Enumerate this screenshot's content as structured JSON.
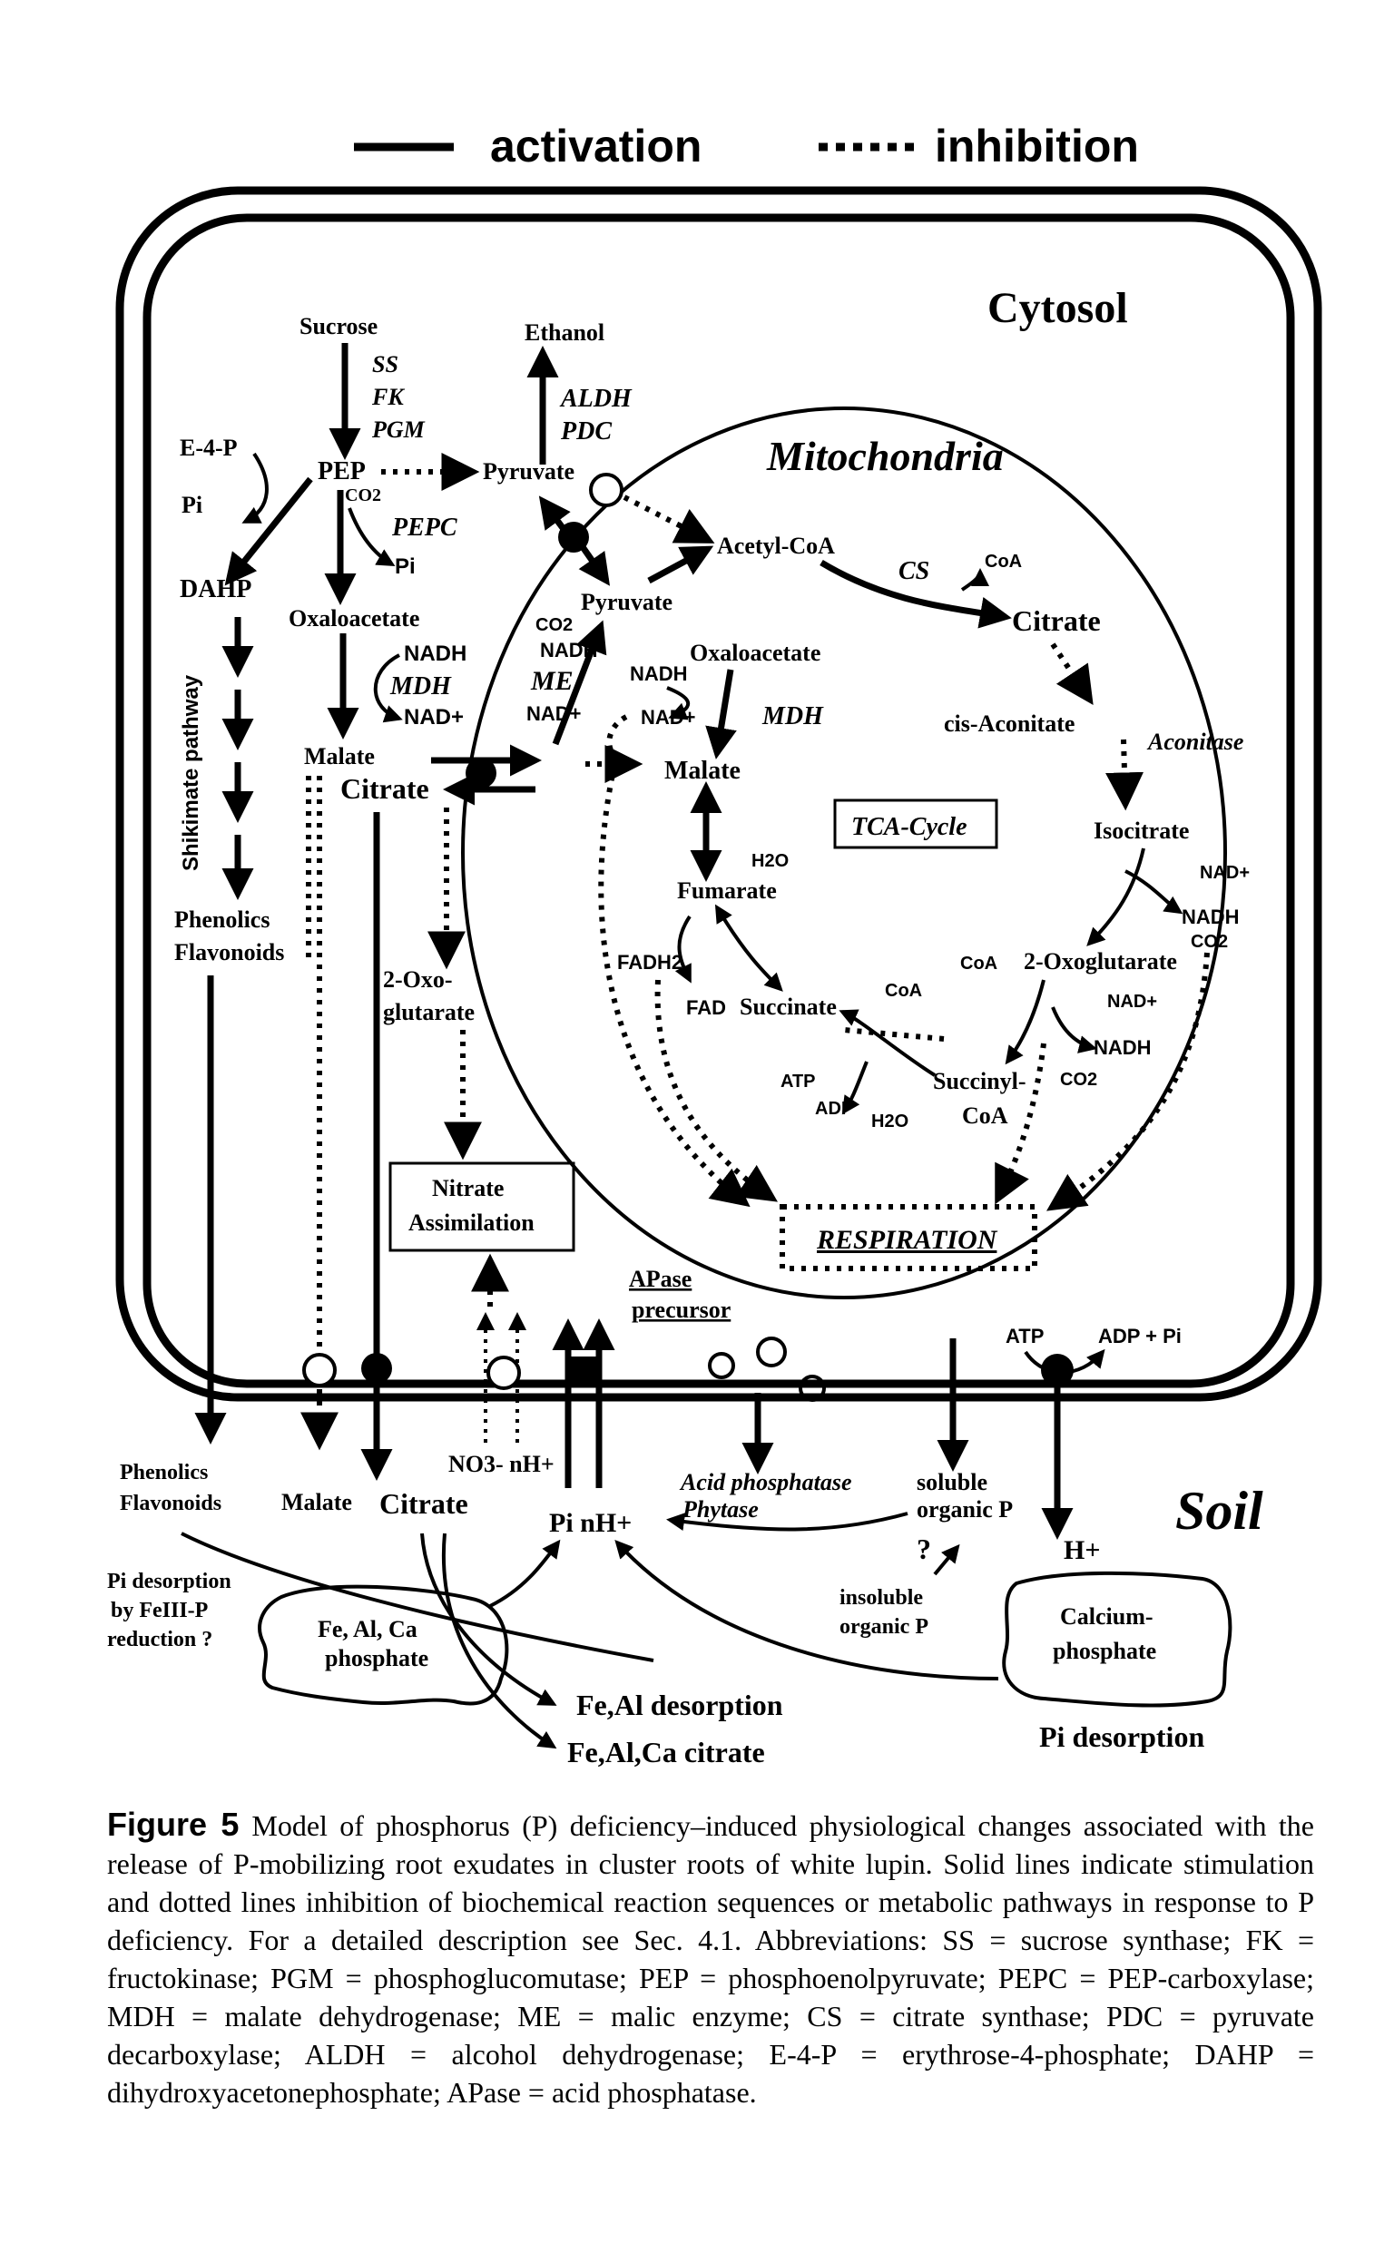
{
  "legend": {
    "activation": "activation",
    "inhibition": "inhibition"
  },
  "compartments": {
    "cytosol": "Cytosol",
    "mitochondria": "Mitochondria",
    "soil": "Soil",
    "tca": "TCA-Cycle",
    "respiration": "RESPIRATION",
    "nitrate_1": "Nitrate",
    "nitrate_2": "Assimilation"
  },
  "cytosol": {
    "sucrose": "Sucrose",
    "ss": "SS",
    "fk": "FK",
    "pgm": "PGM",
    "e4p": "E-4-P",
    "pi": "Pi",
    "pep": "PEP",
    "pyruvate": "Pyruvate",
    "ethanol": "Ethanol",
    "aldh": "ALDH",
    "pdc": "PDC",
    "co2": "CO2",
    "pepc": "PEPC",
    "pi2": "Pi",
    "dahp": "DAHP",
    "shikimate": "Shikimate pathway",
    "oxaloacetate": "Oxaloacetate",
    "nadh": "NADH",
    "mdh": "MDH",
    "nad": "NAD+",
    "malate": "Malate",
    "citrate": "Citrate",
    "oxo_1": "2-Oxo-",
    "oxo_2": "glutarate",
    "phenolics": "Phenolics",
    "flavonoids": "Flavonoids",
    "apase_1": "APase",
    "apase_2": "precursor",
    "atp": "ATP",
    "adp_pi": "ADP + Pi"
  },
  "mito": {
    "acetyl_coa": "Acetyl-CoA",
    "cs": "CS",
    "coa": "CoA",
    "citrate": "Citrate",
    "pyruvate": "Pyruvate",
    "co2": "CO2",
    "nadh": "NADH",
    "me": "ME",
    "nad": "NAD+",
    "oxaloacetate": "Oxaloacetate",
    "nadh2": "NADH",
    "nad2": "NAD+",
    "mdh": "MDH",
    "malate": "Malate",
    "cis_aconitate": "cis-Aconitate",
    "aconitase": "Aconitase",
    "isocitrate": "Isocitrate",
    "nad3": "NAD+",
    "nadh3": "NADH",
    "co2_2": "CO2",
    "h2o": "H2O",
    "fumarate": "Fumarate",
    "fadh2": "FADH2",
    "fad": "FAD",
    "succinate": "Succinate",
    "coa2": "CoA",
    "coa3": "CoA",
    "oxoglutarate": "2-Oxoglutarate",
    "nad4": "NAD+",
    "nadh4": "NADH",
    "co2_3": "CO2",
    "atp": "ATP",
    "adp": "ADP",
    "h2o_2": "H2O",
    "succinyl": "Succinyl-",
    "succinyl_2": "CoA"
  },
  "soil": {
    "phenolics": "Phenolics",
    "flavonoids": "Flavonoids",
    "malate": "Malate",
    "citrate": "Citrate",
    "no3": "NO3- nH+",
    "pi_nh": "Pi nH+",
    "acid_phos": "Acid phosphatase",
    "phytase": "Phytase",
    "soluble_1": "soluble",
    "soluble_2": "organic P",
    "question": "?",
    "insoluble_1": "insoluble",
    "insoluble_2": "organic P",
    "h": "H+",
    "pi_des_1": "Pi desorption",
    "pi_des_2": "by FeIII-P",
    "pi_des_3": "reduction ?",
    "feal_1": "Fe, Al, Ca",
    "feal_2": "phosphate",
    "calcium_1": "Calcium-",
    "calcium_2": "phosphate",
    "feal_desorption": "Fe,Al desorption",
    "feal_citrate": "Fe,Al,Ca citrate",
    "pi_desorption": "Pi desorption"
  },
  "caption": {
    "label": "Figure 5",
    "text": "Model of phosphorus (P) deficiency–induced physiological changes associated with the release of P-mobilizing root exudates in cluster roots of white lupin. Solid lines indicate stimulation and dotted lines inhibition of biochemical reaction sequences or metabolic pathways in response to P deficiency. For a detailed description see Sec. 4.1. Abbreviations: SS = sucrose synthase; FK = fructokinase; PGM = phosphoglucomutase; PEP = phosphoenolpyruvate; PEPC = PEP-carboxylase; MDH = malate dehydrogenase; ME = malic enzyme; CS = citrate synthase; PDC = pyruvate decarboxylase; ALDH = alcohol dehydrogenase; E-4-P = erythrose-4-phosphate; DAHP = dihydroxyacetonephosphate; APase = acid phosphatase."
  }
}
